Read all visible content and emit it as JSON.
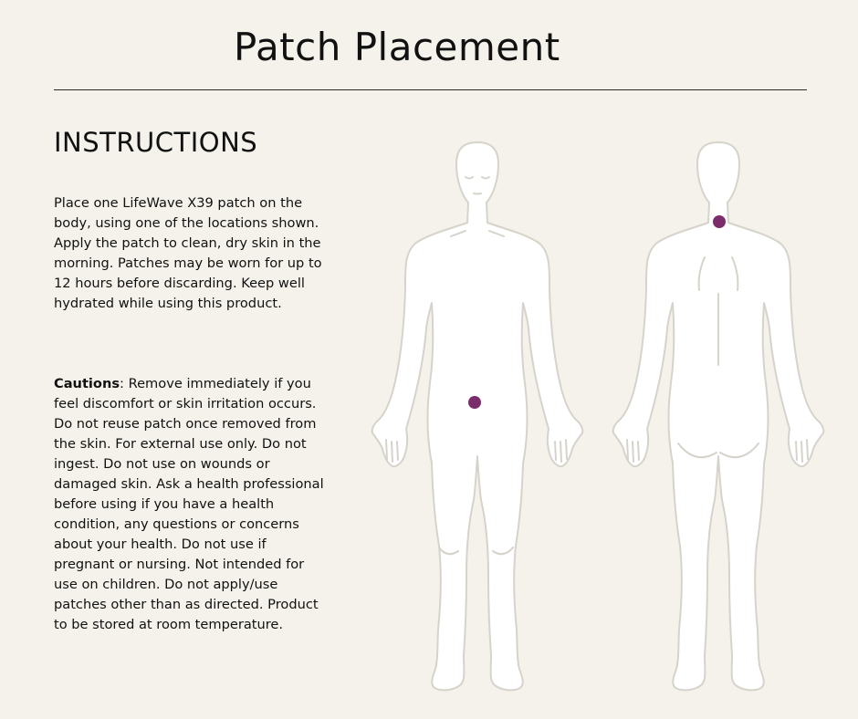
{
  "title": "Patch Placement",
  "instructions": {
    "heading": "INSTRUCTIONS",
    "body": "Place one LifeWave X39 patch on the body, using one of the locations shown. Apply the patch to clean, dry skin in the morning. Patches may be worn for up to 12 hours before discarding. Keep well hydrated while using this product."
  },
  "cautions": {
    "label": "Cautions",
    "body": ": Remove immediately if you feel discomfort or skin irritation occurs. Do not reuse patch once removed from the skin. For external use only. Do not ingest. Do not use on wounds or damaged skin. Ask a health professional before using if you have a health condition, any questions or concerns about your health. Do not use if pregnant or nursing. Not intended for use on children. Do not apply/use patches other than as directed. Product to be stored at room temperature."
  },
  "colors": {
    "background": "#f4f2ea",
    "body_fill": "#ffffff",
    "body_outline": "#d6d3cb",
    "patch_marker": "#7b2c6a"
  }
}
